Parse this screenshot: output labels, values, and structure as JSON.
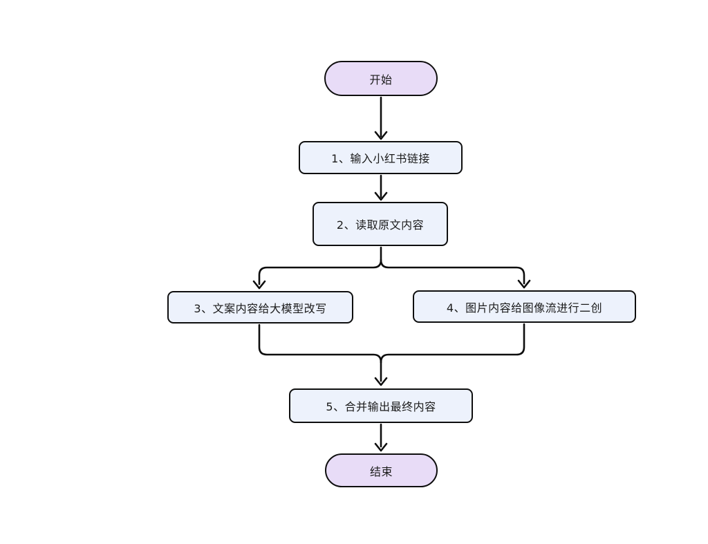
{
  "page": {
    "background": "#ffffff",
    "line_color": "#0e0e0e",
    "text_color": "#1b1b1b"
  },
  "flowchart": {
    "nodes": [
      {
        "id": "start",
        "shape": "stadium",
        "label": "开始",
        "fill": "#e8dcf7"
      },
      {
        "id": "step1",
        "shape": "rect",
        "label": "1、输入小红书链接",
        "fill": "#edf2fc"
      },
      {
        "id": "step2",
        "shape": "rect",
        "label": "2、读取原文内容",
        "fill": "#edf2fc"
      },
      {
        "id": "step3",
        "shape": "rect",
        "label": "3、文案内容给大模型改写",
        "fill": "#edf2fc"
      },
      {
        "id": "step4",
        "shape": "rect",
        "label": "4、图片内容给图像流进行二创",
        "fill": "#edf2fc"
      },
      {
        "id": "step5",
        "shape": "rect",
        "label": "5、合并输出最终内容",
        "fill": "#edf2fc"
      },
      {
        "id": "end",
        "shape": "stadium",
        "label": "结束",
        "fill": "#e8dcf7"
      }
    ],
    "edges": [
      {
        "from": "start",
        "to": "step1"
      },
      {
        "from": "step1",
        "to": "step2"
      },
      {
        "from": "step2",
        "to": "step3"
      },
      {
        "from": "step2",
        "to": "step4"
      },
      {
        "from": "step3",
        "to": "step5"
      },
      {
        "from": "step4",
        "to": "step5"
      },
      {
        "from": "step5",
        "to": "end"
      }
    ]
  }
}
